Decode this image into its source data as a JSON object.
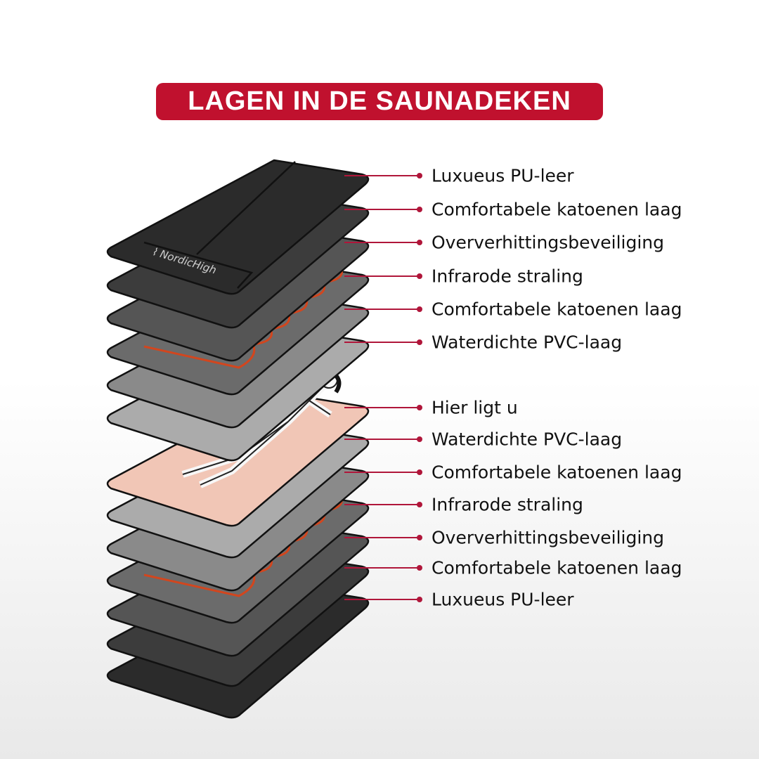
{
  "title": "LAGEN IN DE SAUNADEKEN",
  "brand": "NordicHigh",
  "accent_color": "#c0112e",
  "layers": [
    {
      "label": "Luxueus PU-leer",
      "color": "#2b2b2b"
    },
    {
      "label": "Comfortabele katoenen laag",
      "color": "#3c3c3c"
    },
    {
      "label": "Oververhittingsbeveiliging",
      "color": "#555555"
    },
    {
      "label": "Infrarode straling",
      "color": "#6b6b6b",
      "coil": true
    },
    {
      "label": "Comfortabele katoenen laag",
      "color": "#8a8a8a"
    },
    {
      "label": "Waterdichte PVC-laag",
      "color": "#ababab"
    },
    {
      "label": "Hier ligt u",
      "color": "#f1c6b6"
    },
    {
      "label": "Waterdichte PVC-laag",
      "color": "#ababab"
    },
    {
      "label": "Comfortabele katoenen laag",
      "color": "#8a8a8a"
    },
    {
      "label": "Infrarode straling",
      "color": "#6b6b6b",
      "coil": true
    },
    {
      "label": "Oververhittingsbeveiliging",
      "color": "#555555"
    },
    {
      "label": "Comfortabele katoenen laag",
      "color": "#3c3c3c"
    },
    {
      "label": "Luxueus PU-leer",
      "color": "#2b2b2b"
    }
  ]
}
